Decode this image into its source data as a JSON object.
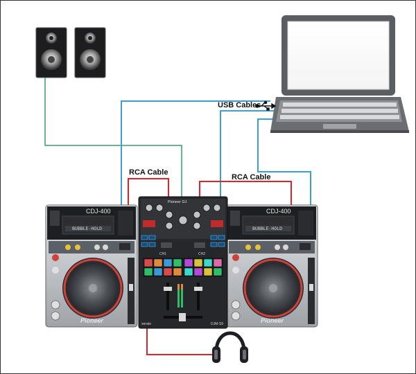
{
  "labels": {
    "rca_left": "RCA Cable",
    "rca_right": "RCA Cable",
    "usb": "USB Cables"
  },
  "players": {
    "left": {
      "model": "CDJ-400",
      "display": "BUBBLE-HOLD",
      "brand": "Pioneer"
    },
    "right": {
      "model": "CDJ-400",
      "display": "BUBBLE-HOLD",
      "brand": "Pioneer"
    }
  },
  "mixer": {
    "brand": "Pioneer DJ",
    "model": "DJM-S9",
    "ch_left": "CH1",
    "ch_right": "CH2",
    "partner": "serato"
  },
  "icons": {
    "usb": "usb-icon",
    "speakers": "speaker-icon",
    "laptop": "laptop-icon",
    "headphones": "headphones-icon"
  },
  "colors": {
    "usb_cable": "#3a9fd6",
    "rca_cable": "#d8262f",
    "speaker_cable": "#3a9c6b",
    "platter_ring": "#d0413a",
    "pad_colors": [
      "#d94a4a",
      "#e08a3c",
      "#3a9ad9",
      "#2fbf6a",
      "#b44ad9",
      "#d9c23a",
      "#3ad9c9",
      "#e06aa8"
    ]
  }
}
